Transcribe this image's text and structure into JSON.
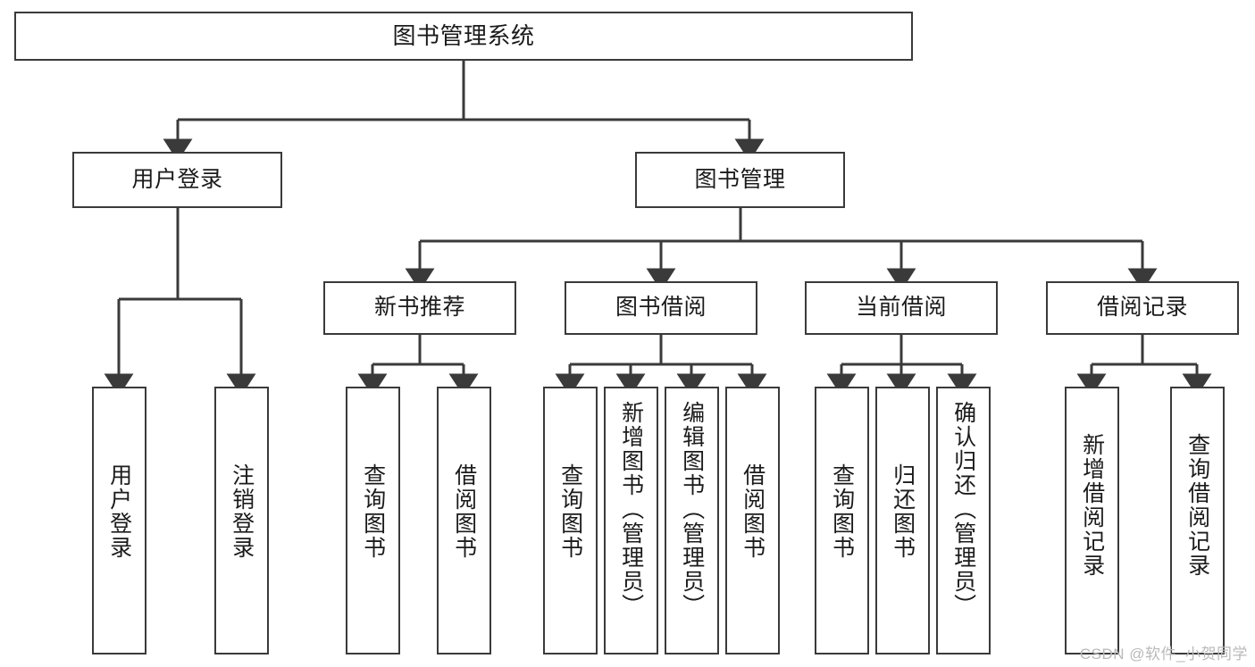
{
  "diagram": {
    "title": "图书管理系统",
    "type": "tree-hierarchy",
    "watermark": "CSDN @软件_小贺同学",
    "accent_color": "#3a3a3a",
    "background_color": "#ffffff",
    "nodes": {
      "root": {
        "label": "图书管理系统"
      },
      "level1": [
        {
          "id": "user-login",
          "label": "用户登录"
        },
        {
          "id": "book-manage",
          "label": "图书管理"
        }
      ],
      "level2": [
        {
          "id": "new-book-rec",
          "label": "新书推荐"
        },
        {
          "id": "book-borrow",
          "label": "图书借阅"
        },
        {
          "id": "current-borrow",
          "label": "当前借阅"
        },
        {
          "id": "borrow-record",
          "label": "借阅记录"
        }
      ],
      "leaves": {
        "user_login": [
          {
            "id": "leaf-user-login",
            "label": "用户登录"
          },
          {
            "id": "leaf-user-logout",
            "label": "注销登录"
          }
        ],
        "new_book_rec": [
          {
            "id": "leaf-query-book-1",
            "label": "查询图书"
          },
          {
            "id": "leaf-borrow-book-1",
            "label": "借阅图书"
          }
        ],
        "book_borrow": [
          {
            "id": "leaf-query-book-2",
            "label": "查询图书"
          },
          {
            "id": "leaf-add-book",
            "label": "新增图书（管理员）"
          },
          {
            "id": "leaf-edit-book",
            "label": "编辑图书（管理员）"
          },
          {
            "id": "leaf-borrow-book-2",
            "label": "借阅图书"
          }
        ],
        "current_borrow": [
          {
            "id": "leaf-query-book-3",
            "label": "查询图书"
          },
          {
            "id": "leaf-return-book",
            "label": "归还图书"
          },
          {
            "id": "leaf-confirm-return",
            "label": "确认归还（管理员）"
          }
        ],
        "borrow_record": [
          {
            "id": "leaf-add-record",
            "label": "新增借阅记录"
          },
          {
            "id": "leaf-query-record",
            "label": "查询借阅记录"
          }
        ]
      }
    }
  }
}
